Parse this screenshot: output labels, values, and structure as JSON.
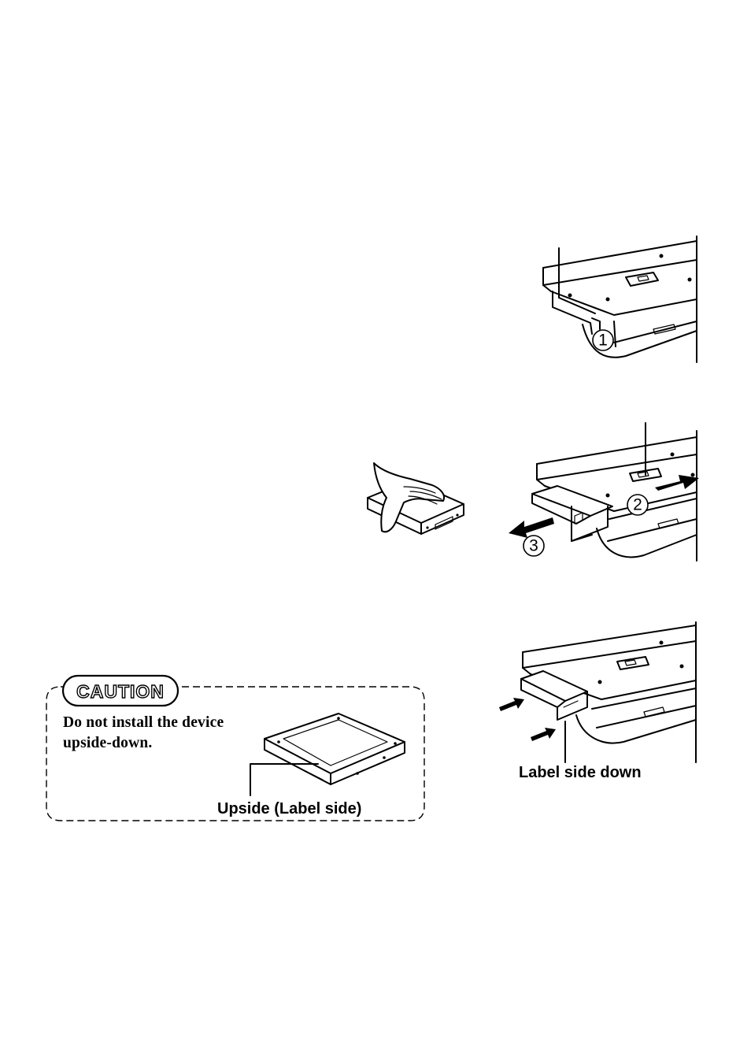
{
  "caution": {
    "badge": "CAUTION",
    "message_line1": "Do not install the device",
    "message_line2": "upside-down.",
    "device_label": "Upside (Label side)"
  },
  "step_markers": {
    "one": "1",
    "two": "2",
    "three": "3"
  },
  "install_figure": {
    "label": "Label side down"
  }
}
